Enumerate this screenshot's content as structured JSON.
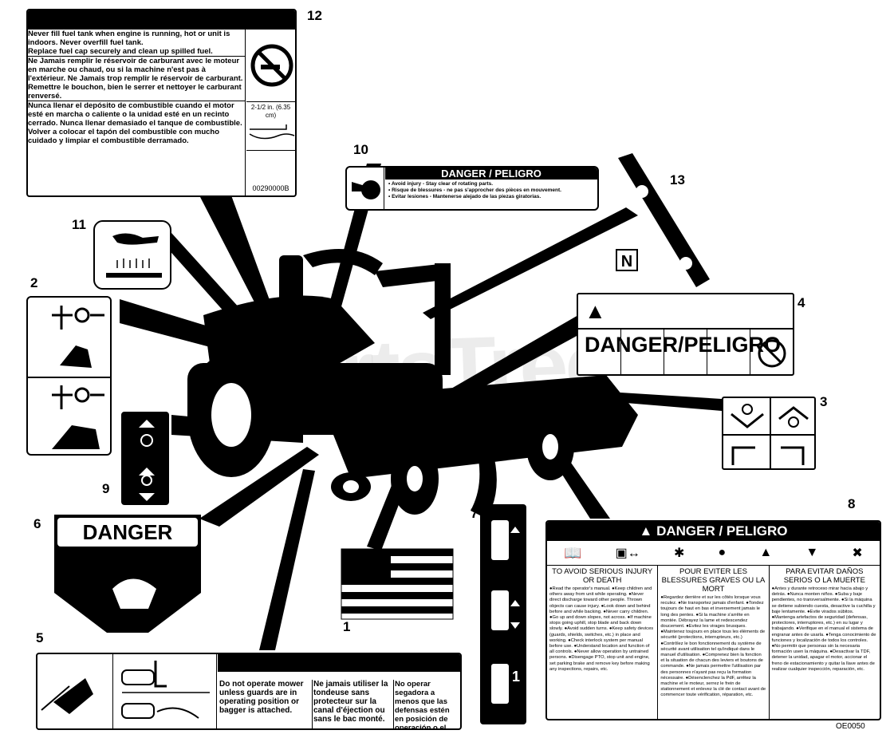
{
  "callouts": [
    "12",
    "10",
    "13",
    "11",
    "2",
    "4",
    "3",
    "9",
    "6",
    "7",
    "8",
    "5",
    "1"
  ],
  "decal12": {
    "fuel_en": [
      "Never fill fuel tank when engine is running, hot or unit is indoors. Never overfill fuel tank.",
      "Replace fuel cap securely and clean up spilled fuel."
    ],
    "fuel_fr": [
      "Ne Jamais remplir le réservoir de carburant avec le moteur en marche ou chaud, ou si la machine n'est pas à l'extérieur. Ne Jamais trop remplir le réservoir de carburant.",
      "Remettre le bouchon, bien le serrer et nettoyer le carburant renversé."
    ],
    "fuel_es": [
      "Nunca llenar el depósito de combustible cuando el motor esté en marcha o caliente o la unidad esté en un recinto cerrado. Nunca llenar demasiado el tanque de combustible.",
      "Volver a colocar el tapón del combustible con mucho cuidado y limpiar el combustible derramado."
    ],
    "measure": "2-1/2 in. (6.35 cm)",
    "part": "00290000B"
  },
  "decal10": {
    "header": "DANGER / PELIGRO",
    "lines": [
      "• Avoid injury - Stay clear of rotating parts.",
      "• Risque de blessures - ne pas s'approcher des pièces en mouvement.",
      "• Evitar lesiones - Mantenerse alejado de las piezas giratorias."
    ]
  },
  "decal13": {
    "letter": "N"
  },
  "decal4": {
    "header": "DANGER/PELIGRO"
  },
  "decal6": {
    "header": "DANGER"
  },
  "decal8": {
    "header": "DANGER / PELIGRO",
    "col_titles": [
      "TO AVOID SERIOUS INJURY OR DEATH",
      "POUR EVITER LES BLESSURES GRAVES OU LA MORT",
      "PARA EVITAR DAÑOS SERIOS O LA MUERTE"
    ],
    "col_en": "●Read the operator's manual. ●Keep children and others away from unit while operating. ●Never direct discharge toward other people. Thrown objects can cause injury. ●Look down and behind before and while backing. ●Never carry children. ●Go up and down slopes, not across. ●If machine stops going uphill, stop blade and back down slowly. ●Avoid sudden turns. ●Keep safety devices (guards, shields, switches, etc.) in place and working. ●Check interlock system per manual before use. ●Understand location and function of all controls. ●Never allow operation by untrained persons. ●Disengage PTO, stop unit and engine, set parking brake and remove key before making any inspections, repairs, etc.",
    "col_fr": "●Regardez derrière et sur les côtés lorsque vous reculez. ●Ne transportez jamais d'enfant. ●Tondez toujours de haut en bas et inversement jamais le long des pentes. ●Si la machine s'arrête en montée. Débrayez la lame et redescendez doucement. ●Evitez les virages brusques. ●Maintenez toujours en place tous les éléments de sécurité (protections, interrupteurs, etc.) ●Contrôlez le bon fonctionnement du système de sécurité avant utilisation tel qu'indiqué dans le manuel d'utilisation. ●Comprenez bien la fonction et la situation de chacun des leviers et boutons de commande. ●Ne jamais permettre l'utilisation par des personnes n'ayant pas reçu la formation nécessaire. ●Désenclenchez la PdF, arrêtez la machine et le moteur, serrez le frein de stationnement et enlevez la clé de contact avant de commencer toute vérification, réparation, etc.",
    "col_es": "●Antes y durante retroceso mirar hacia abajo y detrás. ●Nunca monten niños. ●Suba y baje pendientes, no transversalmente. ●Si la máquina se detiene subiendo cuesta, desactive la cuchilla y baje lentamente. ●Evite virados súbitos. ●Mantenga artefactos de seguridad (defensas, protectores, interruptores, etc.) en su lugar y trabajando. ●Verifique en el manual el sistema de engranar antes de usarla. ●Tenga conocimiento de funciones y localización de todos los controles. ●No permitir que personas sin la necesaria formación usen la máquina. ●Desactivar la TDF, detener la unidad, apagar el motor, accionar el freno de estacionamiento y quitar la llave antes de realizar cualquier inspección, reparación, etc.",
    "ref": "OE0050"
  },
  "decal5": {
    "en": "Do not operate mower unless guards are in operating position or bagger is attached.",
    "fr": "Ne jamais utiliser la tondeuse sans protecteur sur la canal d'éjection ou sans le bac monté.",
    "es": "No operar segadora a menos que las defensas estén en posición de operación o el recogedor esté fijo."
  },
  "watermark": "PartsTree"
}
